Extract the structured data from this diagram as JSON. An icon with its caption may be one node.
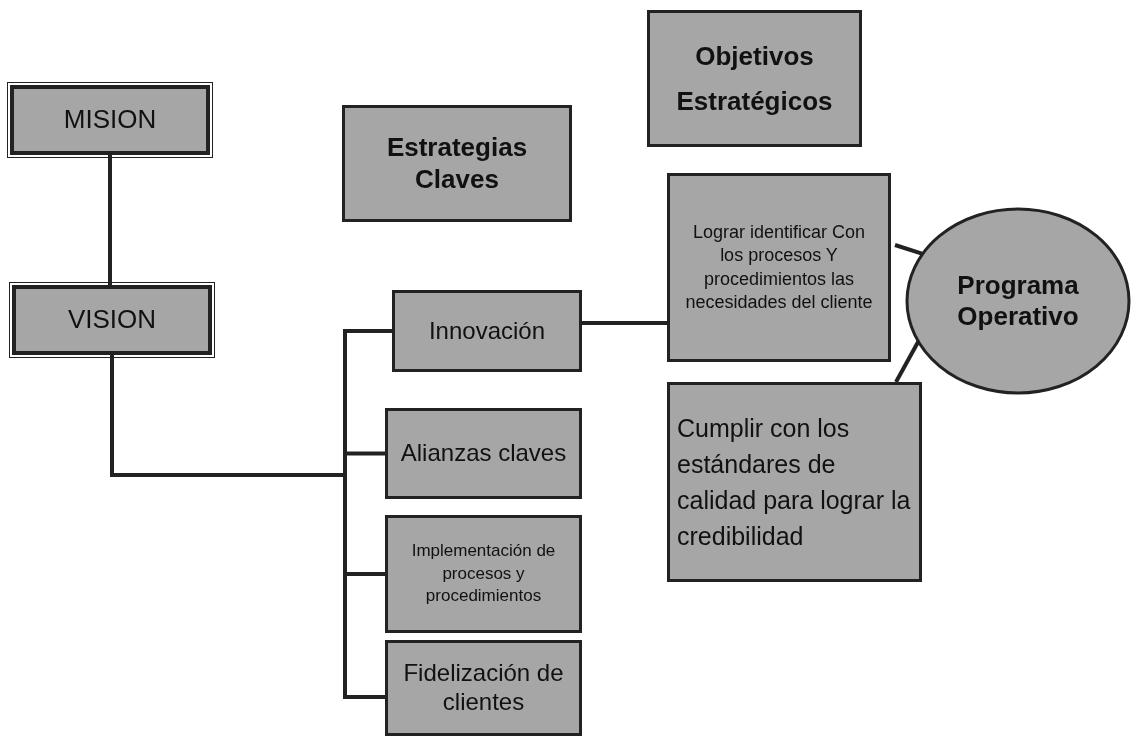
{
  "diagram": {
    "nodes": [
      {
        "text": [
          "MISION"
        ]
      },
      {
        "text": [
          "VISION"
        ]
      },
      {
        "text": [
          "Estrategias Claves"
        ]
      },
      {
        "text": [
          "Objetivos Estratégicos"
        ]
      },
      {
        "text": [
          "Innovación"
        ]
      },
      {
        "text": [
          "Alianzas claves"
        ]
      },
      {
        "text": [
          "Implementación de procesos y procedimientos"
        ]
      },
      {
        "text": [
          "Fidelización de clientes"
        ]
      },
      {
        "text": [
          "Lograr identificar Con los procesos Y procedimientos las necesidades del cliente"
        ]
      },
      {
        "text": [
          "Cumplir con los estándares de calidad para lograr la credibilidad"
        ]
      },
      {
        "text": [
          "Programa Operativo"
        ]
      }
    ],
    "edges": [
      {
        "from": 0,
        "to": 1,
        "arrow": "none"
      },
      {
        "from": 1,
        "to": 4,
        "arrow": "none"
      },
      {
        "from": 1,
        "to": 5,
        "arrow": "none"
      },
      {
        "from": 1,
        "to": 6,
        "arrow": "none"
      },
      {
        "from": 1,
        "to": 7,
        "arrow": "none"
      },
      {
        "from": 4,
        "to": 8,
        "arrow": "none"
      },
      {
        "from": 8,
        "to": 10,
        "arrow": "none"
      },
      {
        "from": 9,
        "to": 10,
        "arrow": "none"
      }
    ]
  }
}
